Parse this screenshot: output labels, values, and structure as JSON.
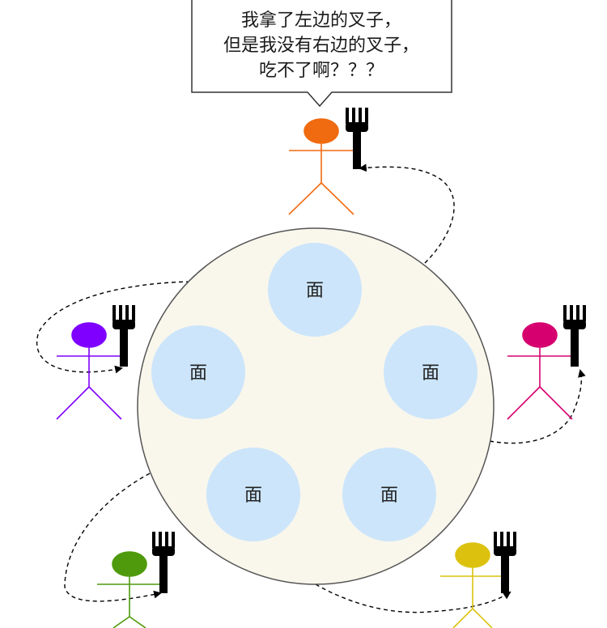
{
  "speech_bubble": {
    "lines": [
      "我拿了左边的叉子，",
      "但是我没有右边的叉子，",
      "吃不了啊？？？"
    ]
  },
  "table": {
    "fill_color": "#f9f7ec",
    "stroke_color": "#555555",
    "bowls": [
      {
        "label": "面"
      },
      {
        "label": "面"
      },
      {
        "label": "面"
      },
      {
        "label": "面"
      },
      {
        "label": "面"
      }
    ],
    "bowl_color": "#cce5fb"
  },
  "philosophers": [
    {
      "name": "top",
      "color": "#f06a0f"
    },
    {
      "name": "left",
      "color": "#7f00ff"
    },
    {
      "name": "right",
      "color": "#d6006f"
    },
    {
      "name": "bottom-left",
      "color": "#4f9a0c"
    },
    {
      "name": "bottom-right",
      "color": "#dcc20e"
    }
  ],
  "fork_color": "#000000",
  "arrow_color": "#000000"
}
